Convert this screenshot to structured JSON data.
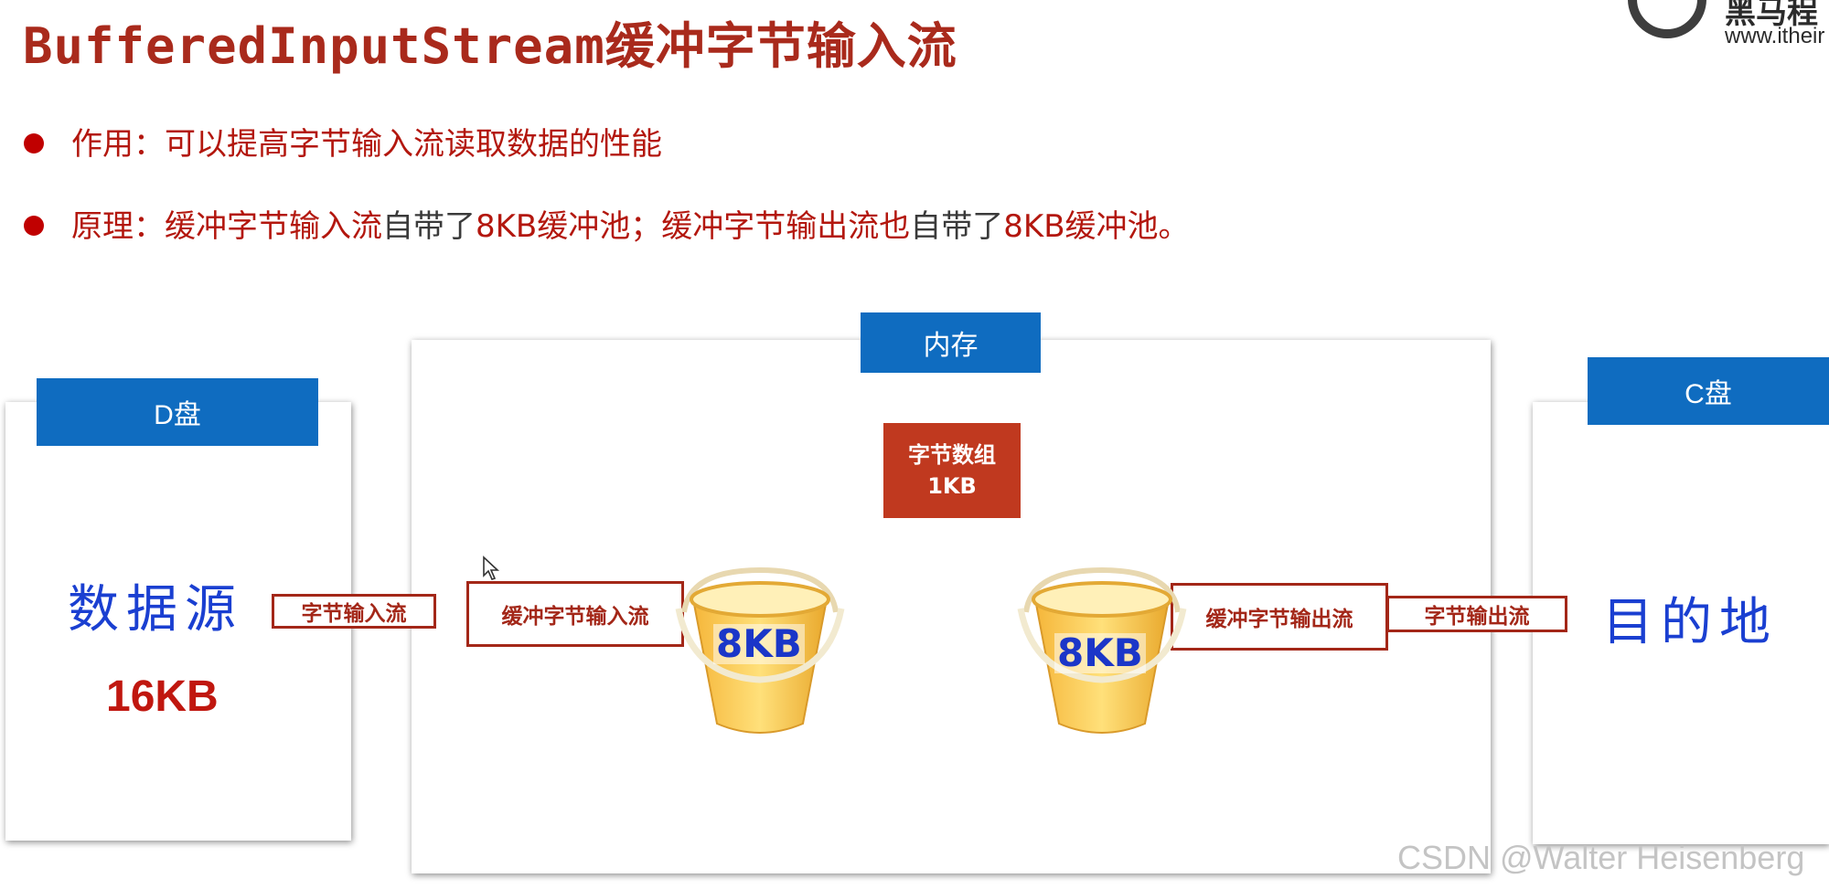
{
  "title": "BufferedInputStream缓冲字节输入流",
  "logo": {
    "text": "黑马程",
    "url": "www.itheir"
  },
  "bullets": [
    {
      "label": "作用：",
      "text": "可以提高字节输入流读取数据的性能"
    },
    {
      "label": "原理：",
      "part1": "缓冲字节输入流",
      "part2": "自带了",
      "part3": "8KB缓冲池；",
      "part4": "缓冲字节输出流也",
      "part5": "自带了",
      "part6": "8KB缓冲池。"
    }
  ],
  "diagram": {
    "d_disk": {
      "tab": "D盘",
      "source": "数据源",
      "size": "16KB"
    },
    "memory": {
      "tab": "内存",
      "byte_array_line1": "字节数组",
      "byte_array_line2": "1KB"
    },
    "c_disk": {
      "tab": "C盘",
      "destination": "目的地"
    },
    "pipes": {
      "byte_input": "字节输入流",
      "buffered_input": "缓冲字节输入流",
      "buffered_output": "缓冲字节输出流",
      "byte_output": "字节输出流"
    },
    "buckets": {
      "left": "8KB",
      "right": "8KB"
    }
  },
  "watermark": "CSDN @Walter Heisenberg",
  "colors": {
    "accent_red": "#b3170e",
    "tab_blue": "#0f6cc0",
    "byte_array": "#c0391f",
    "handwriting": "#1a3fd1"
  }
}
